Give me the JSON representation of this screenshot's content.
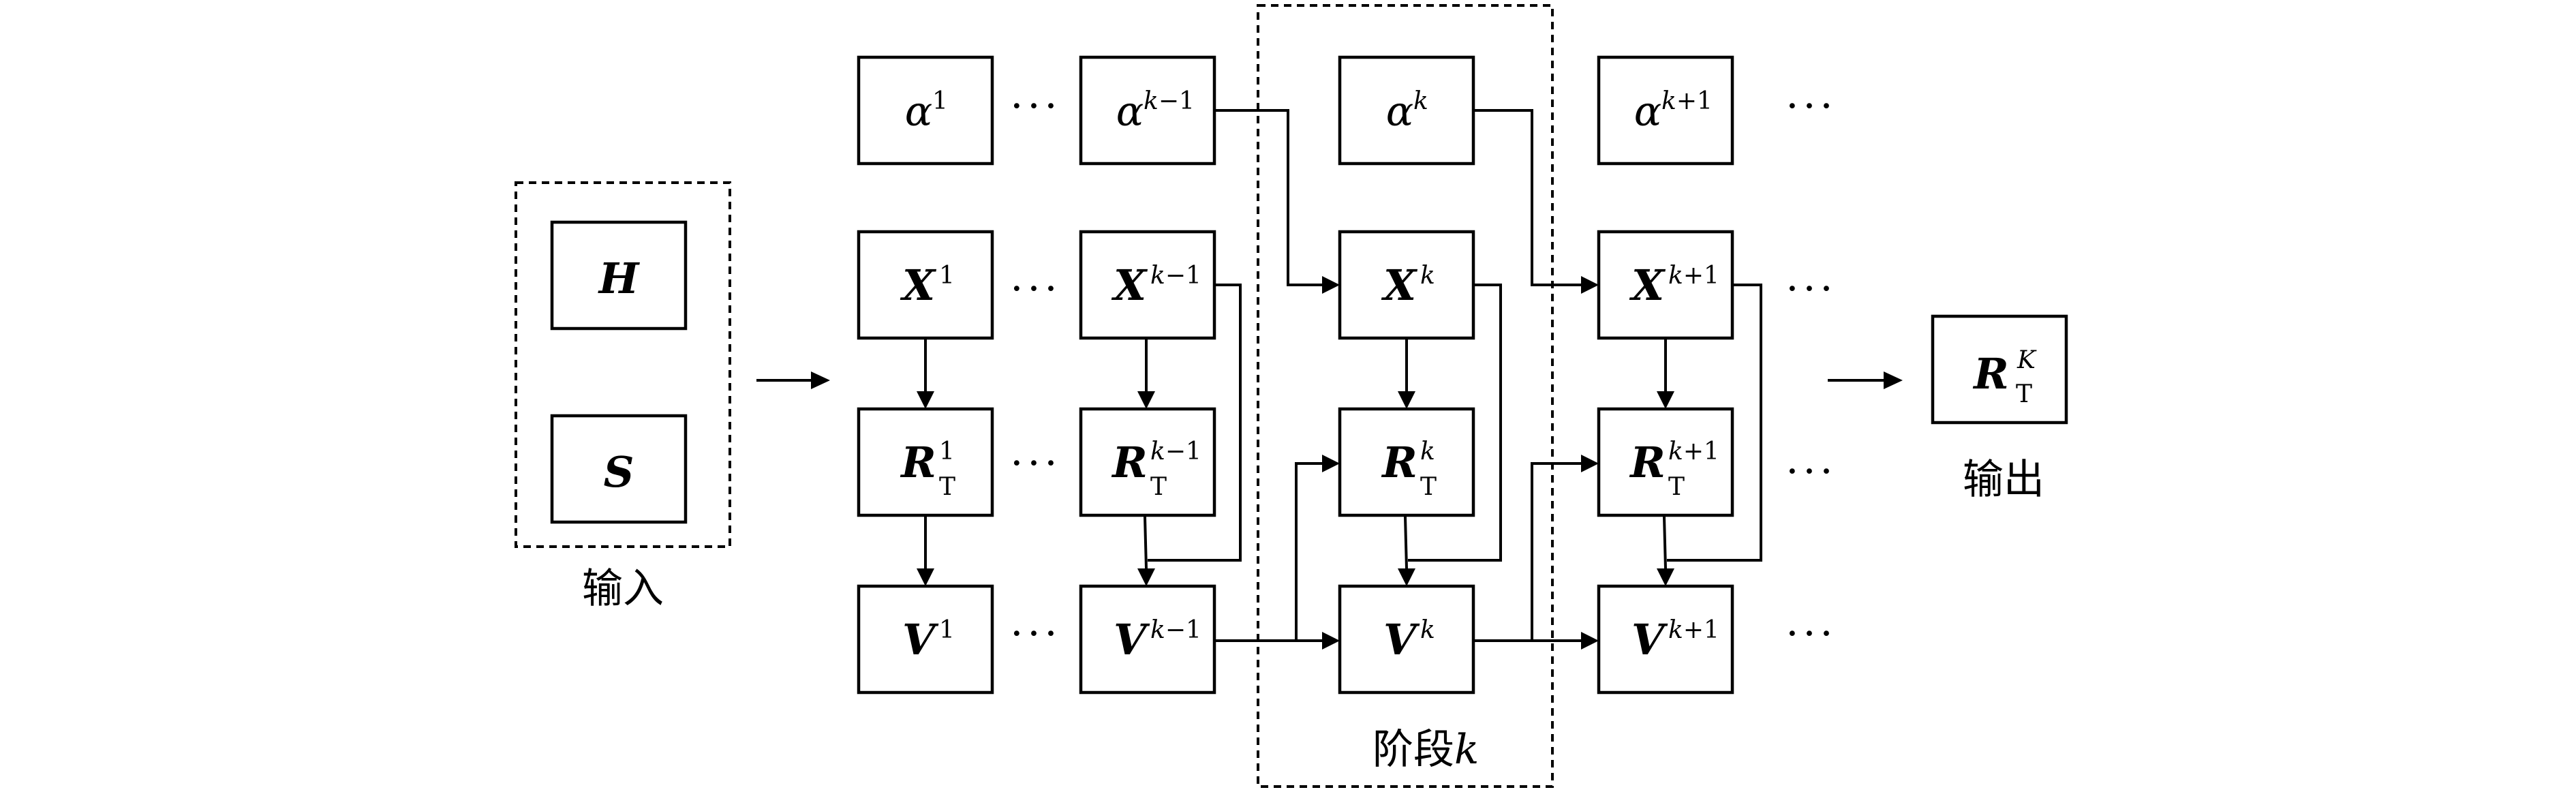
{
  "input": {
    "label": "输入",
    "items": [
      "H",
      "S"
    ]
  },
  "stage": {
    "label_text": "阶段",
    "label_var": "k"
  },
  "output": {
    "label": "输出",
    "symbol": "R",
    "subscript": "T",
    "superscript": "K"
  },
  "columns": [
    {
      "alpha_sup": "1",
      "x_sup": "1",
      "r_sup": "1",
      "v_sup": "1"
    },
    {
      "alpha_sup": "k−1",
      "x_sup": "k−1",
      "r_sup": "k−1",
      "v_sup": "k−1"
    },
    {
      "alpha_sup": "k",
      "x_sup": "k",
      "r_sup": "k",
      "v_sup": "k"
    },
    {
      "alpha_sup": "k+1",
      "x_sup": "k+1",
      "r_sup": "k+1",
      "v_sup": "k+1"
    }
  ],
  "symbols": {
    "alpha": "α",
    "x": "X",
    "r": "R",
    "r_sub": "T",
    "v": "V"
  },
  "ellipsis": "···"
}
